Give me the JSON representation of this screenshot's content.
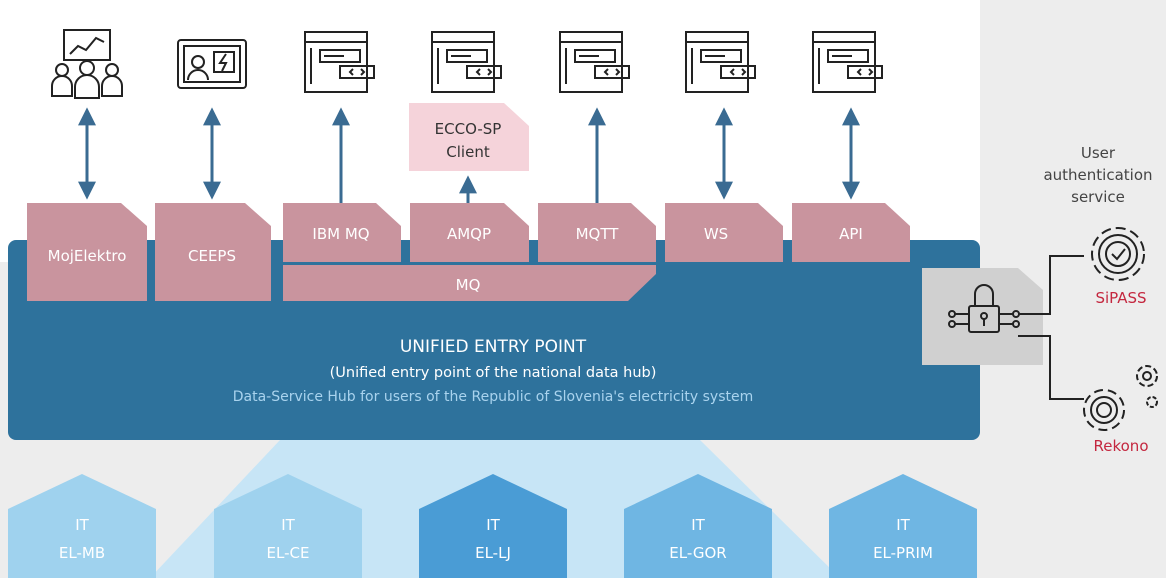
{
  "clients": [
    "MojElektro",
    "CEEPS",
    "IBM MQ",
    "AMQP",
    "MQTT",
    "WS",
    "API"
  ],
  "mq_label": "MQ",
  "ecco": {
    "line1": "ECCO-SP",
    "line2": "Client"
  },
  "hub": {
    "title": "UNIFIED ENTRY POINT",
    "subtitle": "(Unified entry point of the national data hub)",
    "description": "Data-Service Hub for users of the Republic of Slovenia's electricity system"
  },
  "auth": {
    "title_lines": [
      "User",
      "authentication",
      "service"
    ],
    "services": [
      "SiPASS",
      "Rekono"
    ]
  },
  "it_units": [
    {
      "line1": "IT",
      "line2": "EL-MB"
    },
    {
      "line1": "IT",
      "line2": "EL-CE"
    },
    {
      "line1": "IT",
      "line2": "EL-LJ"
    },
    {
      "line1": "IT",
      "line2": "EL-GOR"
    },
    {
      "line1": "IT",
      "line2": "EL-PRIM"
    }
  ],
  "colors": {
    "background": "#ededed",
    "top_panel": "#ffffff",
    "hub_blue": "#2e729c",
    "connector_pink": "#c9949e",
    "ecco_pink": "#f5d3da",
    "arrow": "#3a6b92",
    "auth_accent": "#c4273f",
    "lock_box": "#d0d0d0",
    "it_light": "#9fd2ee",
    "it_mid": "#6fb6e3",
    "it_strong": "#4a9cd5",
    "fan": "#c7e5f6"
  }
}
